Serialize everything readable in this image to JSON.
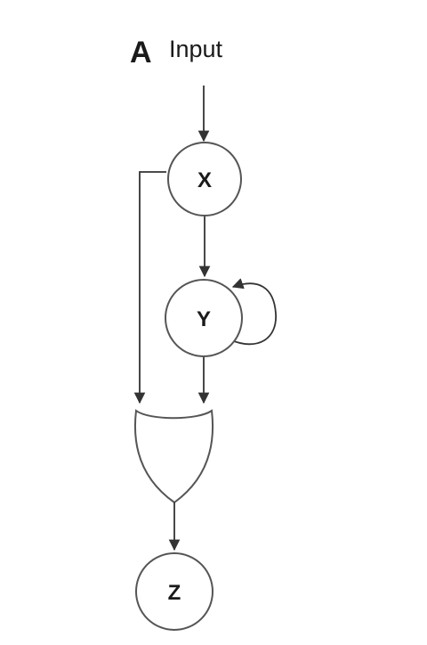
{
  "diagram": {
    "panel_letter": "A",
    "input_label": "Input",
    "nodes": {
      "x": "X",
      "y": "Y",
      "z": "Z"
    },
    "colors": {
      "stroke": "#555555",
      "edge": "#333333",
      "text": "#1a1a1a",
      "background": "#ffffff"
    },
    "gate_shape": "or-gate",
    "edges": [
      {
        "from": "Input",
        "to": "X"
      },
      {
        "from": "X",
        "to": "Y"
      },
      {
        "from": "Y",
        "to": "Y",
        "kind": "self-loop"
      },
      {
        "from": "X",
        "to": "or-gate"
      },
      {
        "from": "Y",
        "to": "or-gate"
      },
      {
        "from": "or-gate",
        "to": "Z"
      }
    ]
  }
}
